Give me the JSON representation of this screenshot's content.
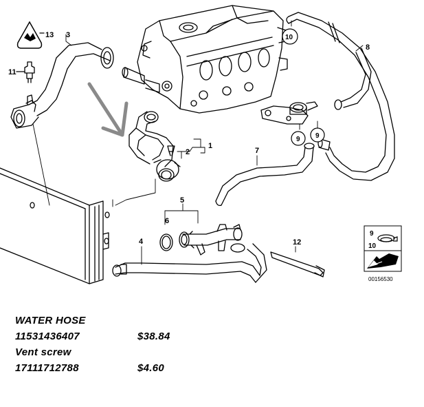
{
  "diagram": {
    "callouts": {
      "c1": "1",
      "c2": "2",
      "c3": "3",
      "c4": "4",
      "c5": "5",
      "c6": "6",
      "c7": "7",
      "c8": "8",
      "c9a": "9",
      "c9b": "9",
      "c10": "10",
      "c11": "11",
      "c12": "12",
      "c13": "13"
    },
    "legend_box": {
      "top_num": "9",
      "bottom_num": "10"
    },
    "doc_id": "00156530",
    "arrow_color": "#8a8a8a",
    "line_color": "#000000"
  },
  "parts_list": {
    "rows": [
      {
        "label": "WATER HOSE",
        "price": ""
      },
      {
        "label": "11531436407",
        "price": "$38.84"
      },
      {
        "label": "Vent screw",
        "price": ""
      },
      {
        "label": "17111712788",
        "price": "$4.60"
      }
    ]
  }
}
